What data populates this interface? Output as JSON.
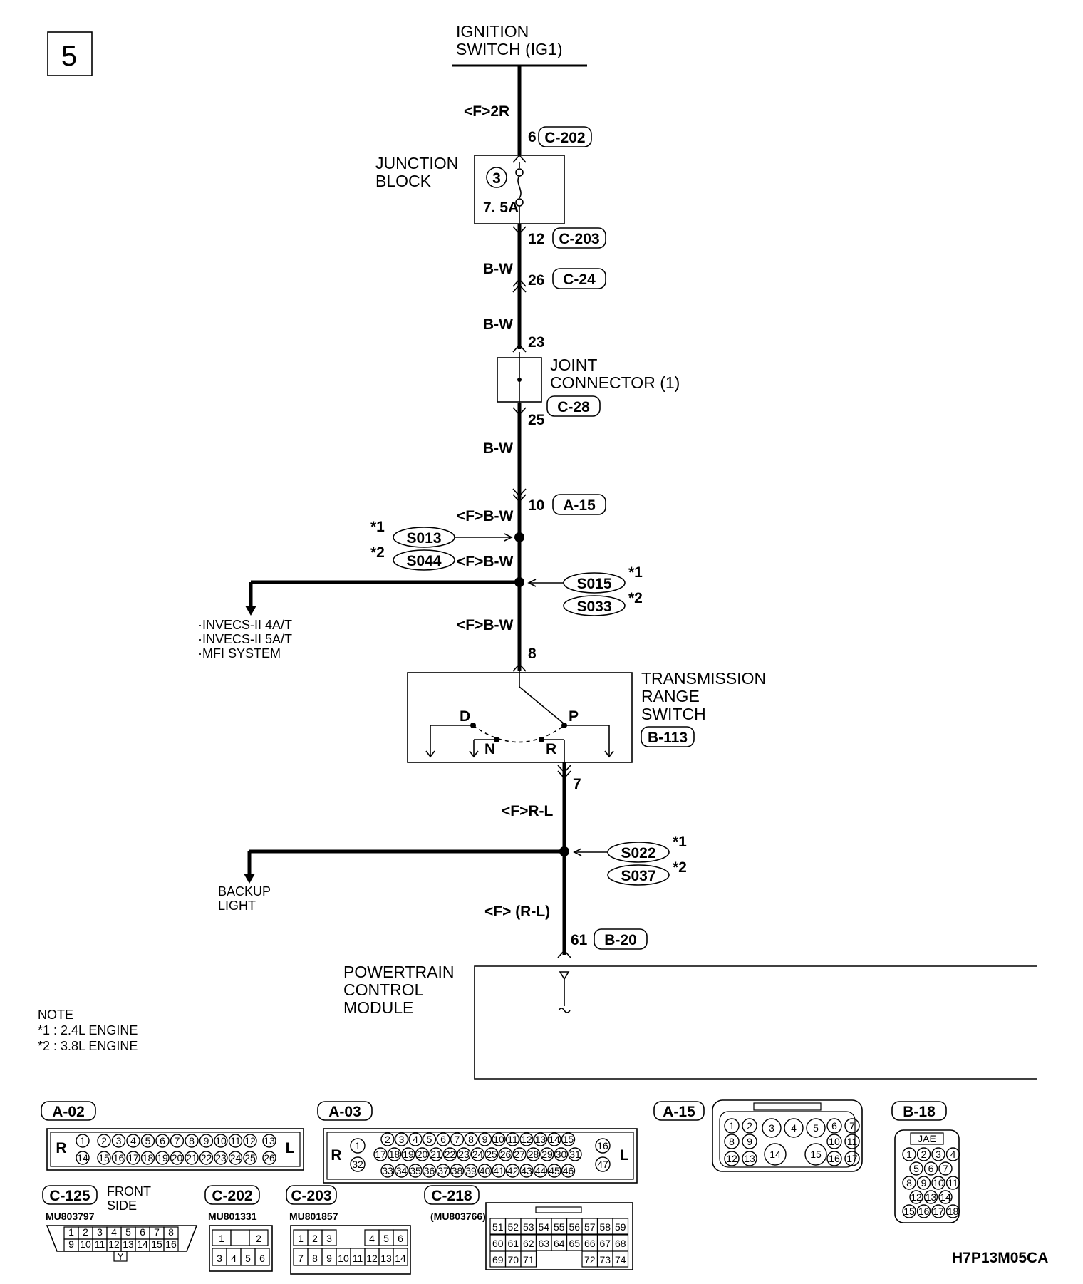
{
  "page_number": "5",
  "ignition_switch": {
    "line1": "IGNITION",
    "line2": "SWITCH (IG1)"
  },
  "wire_labels": {
    "f_2r": "<F>2R",
    "bw_1": "B-W",
    "bw_2": "B-W",
    "bw_3": "B-W",
    "fbw_1": "<F>B-W",
    "fbw_2": "<F>B-W",
    "fbw_3": "<F>B-W",
    "frl": "<F>R-L",
    "frl2": "<F> (R-L)"
  },
  "pins": {
    "p6": "6",
    "p12": "12",
    "p26": "26",
    "p23": "23",
    "p25": "25",
    "p10": "10",
    "p8": "8",
    "p7": "7",
    "p61": "61"
  },
  "connectors": {
    "c202": "C-202",
    "c203": "C-203",
    "c24": "C-24",
    "c28": "C-28",
    "a15": "A-15",
    "b113": "B-113",
    "b20": "B-20"
  },
  "junction_block": {
    "line1": "JUNCTION",
    "line2": "BLOCK",
    "fuse_no": "3",
    "fuse_rating": "7. 5A"
  },
  "joint_connector": {
    "line1": "JOINT",
    "line2": "CONNECTOR (1)"
  },
  "splices": {
    "s013": "S013",
    "s044": "S044",
    "s015": "S015",
    "s033": "S033",
    "s022": "S022",
    "s037": "S037"
  },
  "star1": "*1",
  "star2": "*2",
  "invecs_destinations": [
    "·INVECS-II 4A/T",
    "·INVECS-II 5A/T",
    "·MFI SYSTEM"
  ],
  "transmission_range_switch": {
    "line1": "TRANSMISSION",
    "line2": "RANGE",
    "line3": "SWITCH",
    "pos_d": "D",
    "pos_p": "P",
    "pos_n": "N",
    "pos_r": "R"
  },
  "backup_light": {
    "line1": "BACKUP",
    "line2": "LIGHT"
  },
  "pcm": {
    "line1": "POWERTRAIN",
    "line2": "CONTROL",
    "line3": "MODULE"
  },
  "note": {
    "title": "NOTE",
    "n1": "*1 : 2.4L ENGINE",
    "n2": "*2 : 3.8L ENGINE"
  },
  "connector_views": {
    "a02": {
      "label": "A-02",
      "row1": [
        "1",
        "2",
        "3",
        "4",
        "5",
        "6",
        "7",
        "8",
        "9",
        "10",
        "11",
        "12",
        "13"
      ],
      "row2": [
        "14",
        "15",
        "16",
        "17",
        "18",
        "19",
        "20",
        "21",
        "22",
        "23",
        "24",
        "25",
        "26"
      ],
      "side_l": "R",
      "side_r": "L"
    },
    "a03": {
      "label": "A-03",
      "row1": [
        "2",
        "3",
        "4",
        "5",
        "6",
        "7",
        "8",
        "9",
        "10",
        "11",
        "12",
        "13",
        "14",
        "15"
      ],
      "row2": [
        "17",
        "18",
        "19",
        "20",
        "21",
        "22",
        "23",
        "24",
        "25",
        "26",
        "27",
        "28",
        "29",
        "30",
        "31"
      ],
      "row3": [
        "33",
        "34",
        "35",
        "36",
        "37",
        "38",
        "39",
        "40",
        "41",
        "42",
        "43",
        "44",
        "45",
        "46"
      ],
      "left": [
        "1",
        "32"
      ],
      "right": [
        "16",
        "47"
      ],
      "side_l": "R",
      "side_r": "L"
    },
    "a15": {
      "label": "A-15",
      "row1": [
        "1",
        "2",
        "3",
        "4",
        "5",
        "6",
        "7"
      ],
      "row2a": [
        "8",
        "9"
      ],
      "row2b": [
        "10",
        "11"
      ],
      "row3a": [
        "12",
        "13"
      ],
      "row3b": [
        "16",
        "17"
      ],
      "big1": "14",
      "big2": "15"
    },
    "b18": {
      "label": "B-18",
      "brand": "JAE",
      "rows": [
        [
          "1",
          "2",
          "3",
          "4"
        ],
        [
          "5",
          "6",
          "7"
        ],
        [
          "8",
          "9",
          "10",
          "11"
        ],
        [
          "12",
          "13",
          "14"
        ],
        [
          "15",
          "16",
          "17",
          "18"
        ]
      ]
    },
    "c125": {
      "label": "C-125",
      "caption1": "FRONT",
      "caption2": "SIDE",
      "part": "MU803797",
      "row1": [
        "1",
        "2",
        "3",
        "4",
        "5",
        "6",
        "7",
        "8"
      ],
      "row2": [
        "9",
        "10",
        "11",
        "12",
        "13",
        "14",
        "15",
        "16"
      ],
      "key": "Y"
    },
    "c202": {
      "label": "C-202",
      "part": "MU801331",
      "row1": [
        "1",
        "",
        "2"
      ],
      "row2": [
        "3",
        "4",
        "5",
        "6"
      ]
    },
    "c203": {
      "label": "C-203",
      "part": "MU801857",
      "row1a": [
        "1",
        "2",
        "3"
      ],
      "row1b": [
        "4",
        "5",
        "6"
      ],
      "row2": [
        "7",
        "8",
        "9",
        "10",
        "11",
        "12",
        "13",
        "14"
      ]
    },
    "c218": {
      "label": "C-218",
      "part": "(MU803766)",
      "row1": [
        "51",
        "52",
        "53",
        "54",
        "55",
        "56",
        "57",
        "58",
        "59"
      ],
      "row2": [
        "60",
        "61",
        "62",
        "63",
        "64",
        "65",
        "66",
        "67",
        "68"
      ],
      "row3a": [
        "69",
        "70",
        "71"
      ],
      "row3b": [
        "72",
        "73",
        "74"
      ]
    }
  },
  "figure_code": "H7P13M05CA"
}
